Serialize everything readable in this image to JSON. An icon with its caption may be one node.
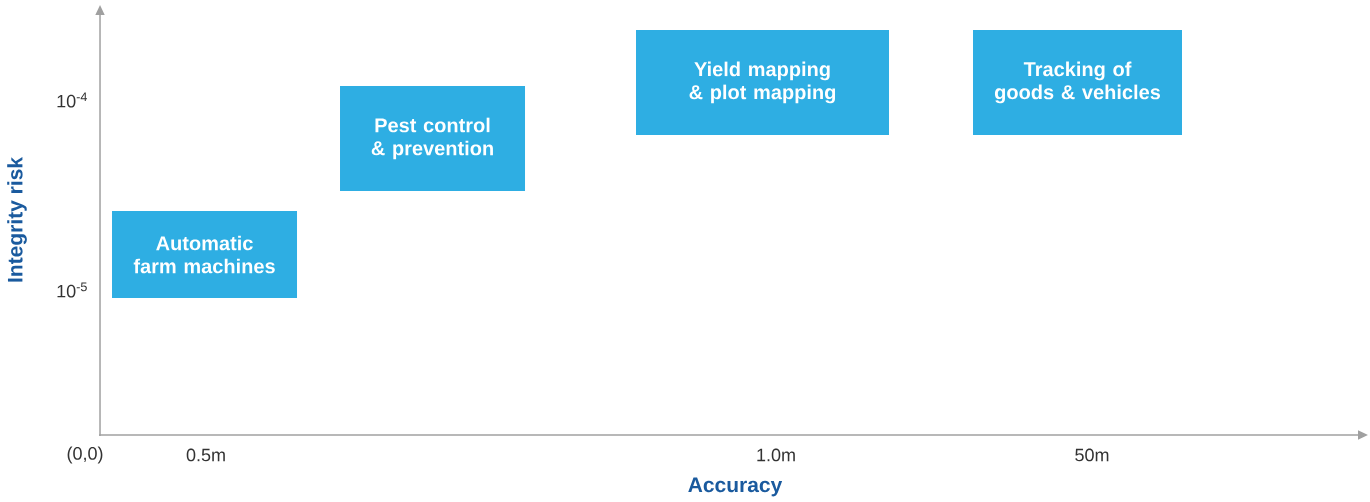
{
  "diagram": {
    "nodes": [
      {
        "text": [
          "Automatic farm machines"
        ]
      },
      {
        "text": [
          "Pest control & prevention"
        ]
      },
      {
        "text": [
          "Yield mapping & plot mapping"
        ]
      },
      {
        "text": [
          "Tracking of goods & vehicles"
        ]
      }
    ],
    "labels": [
      "10$^{-4}$",
      "10$^{-5}$",
      "Integrity risk",
      "(0,0)",
      "0.5m",
      "1.0m",
      "50m",
      "Accuracy"
    ]
  }
}
